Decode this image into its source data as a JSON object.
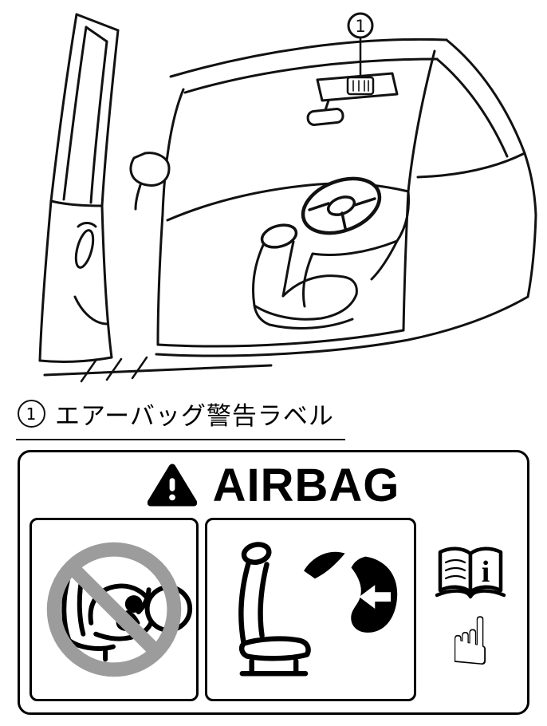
{
  "illustration": {
    "callout": {
      "number": "1"
    },
    "caption": {
      "number": "1",
      "text": "エアーバッグ警告ラベル"
    }
  },
  "label": {
    "title": "AIRBAG",
    "icons": {
      "warning_triangle": "triangle-exclamation",
      "prohibition_circle": "circle-slash",
      "rear_facing_child_seat": "child-seat-pictogram",
      "airbag_deployment_seat": "seat-airbag-pictogram",
      "owners_manual_book": "open-book",
      "info_glyph": "i",
      "pointing_hand_glyph": "☝"
    },
    "colors": {
      "prohibition_gray": "#9c9c9c",
      "ink": "#000000",
      "background": "#ffffff"
    }
  }
}
